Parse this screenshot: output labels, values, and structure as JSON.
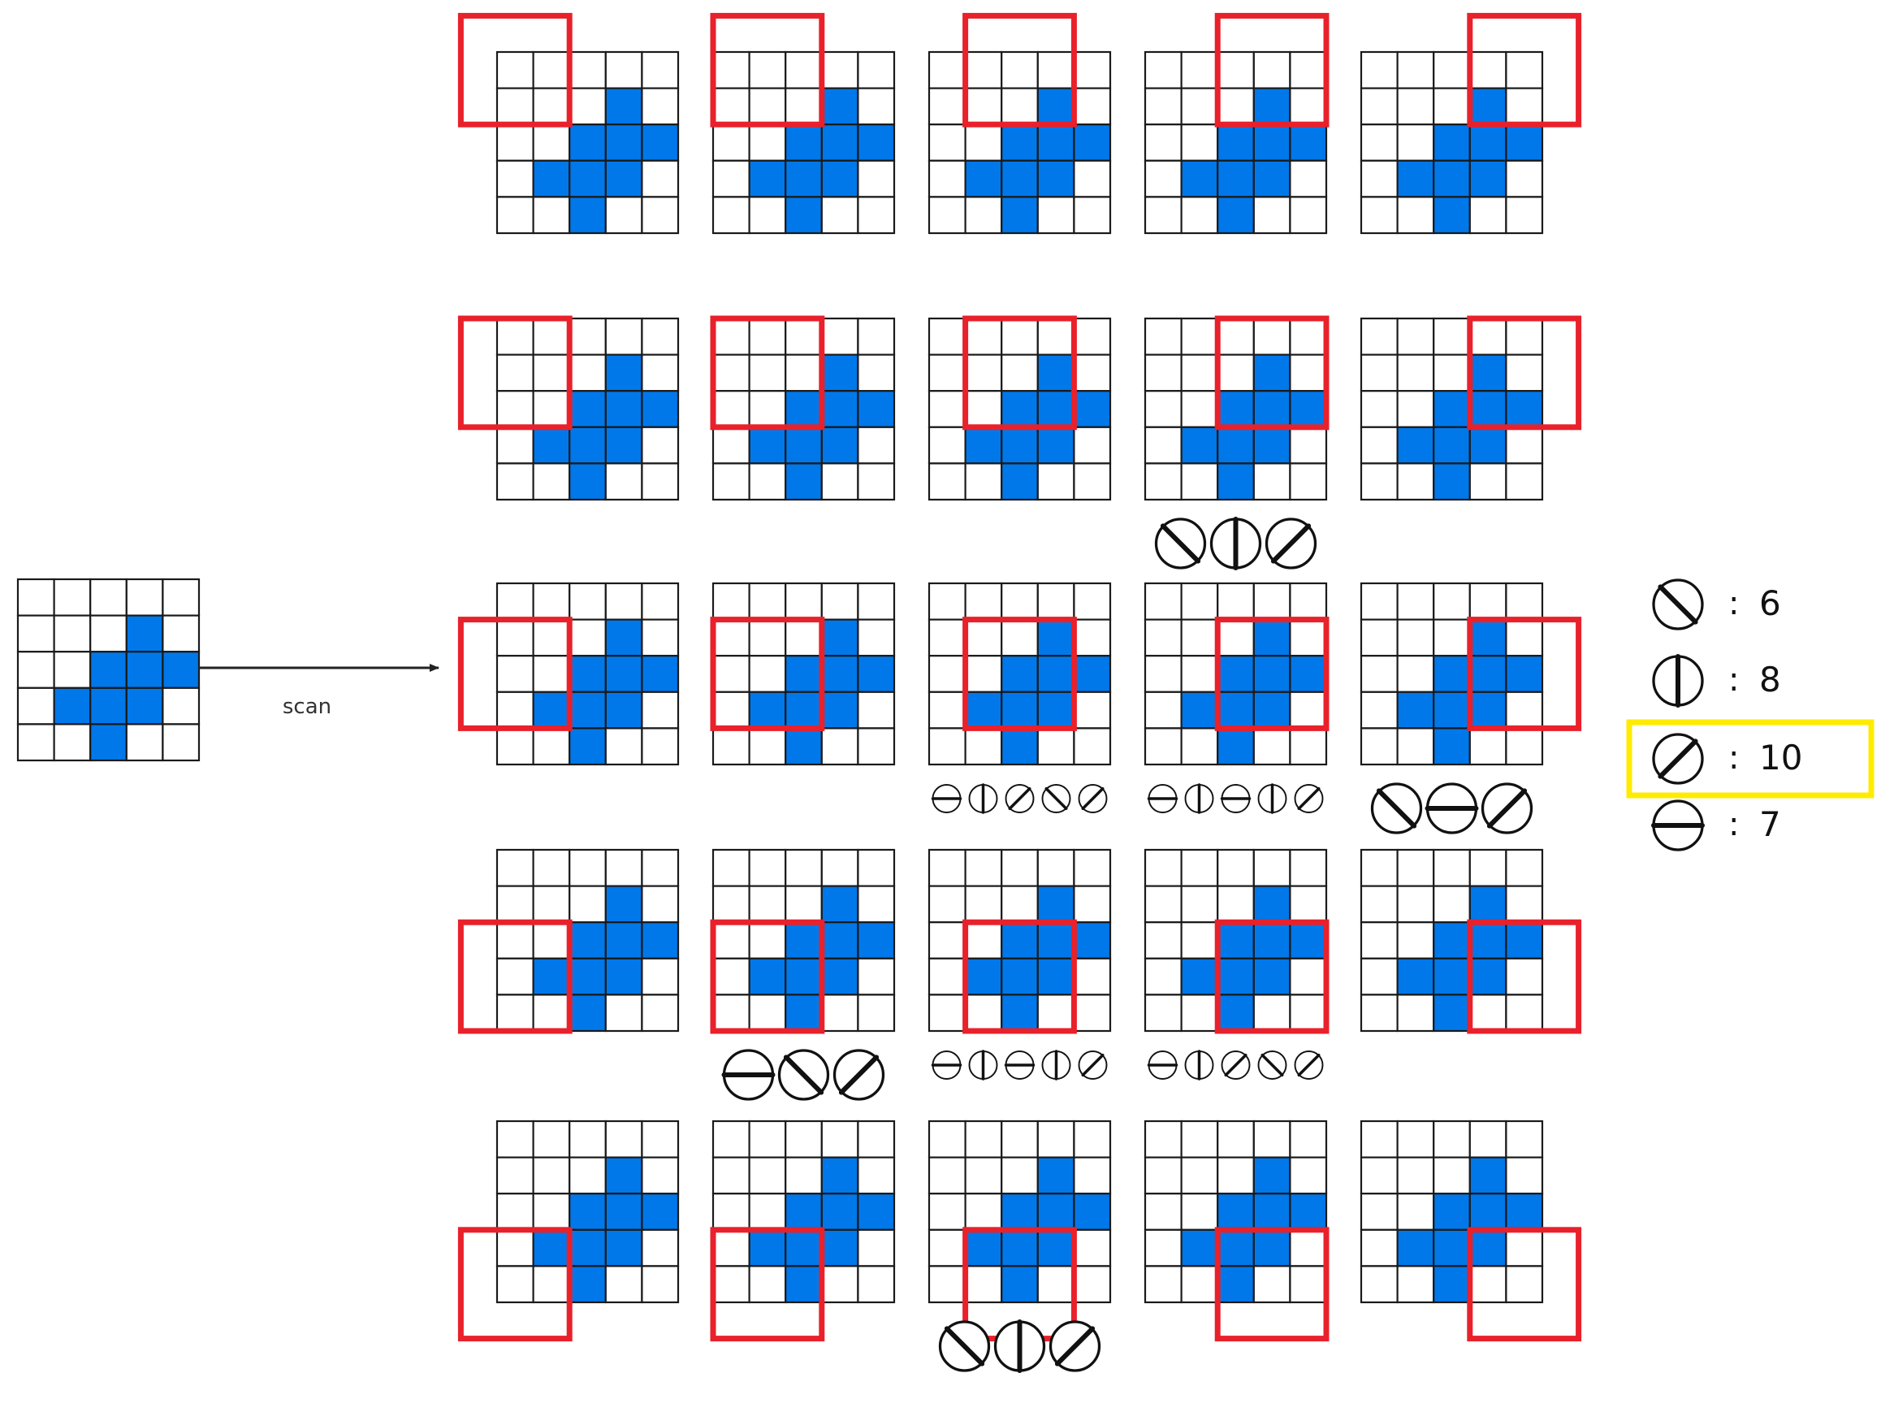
{
  "colors": {
    "background": "#ffffff",
    "cell_fill": "#0078ea",
    "grid_stroke": "#1a1a1a",
    "window_stroke": "#e8212b",
    "highlight_stroke": "#ffeb00",
    "arrow": "#222222"
  },
  "source_image": {
    "rows": 5,
    "cols": 5,
    "filled": [
      [
        1,
        3
      ],
      [
        2,
        2
      ],
      [
        2,
        3
      ],
      [
        2,
        4
      ],
      [
        3,
        1
      ],
      [
        3,
        2
      ],
      [
        3,
        3
      ],
      [
        4,
        2
      ]
    ]
  },
  "arrow_label": "scan",
  "scan": {
    "rows": 5,
    "cols": 5,
    "window_size": 3,
    "padding": 1,
    "stride": 1
  },
  "matches": [
    {
      "row": 1,
      "col": 3,
      "size": "large",
      "orientations": [
        "backslash",
        "vertical",
        "slash"
      ]
    },
    {
      "row": 2,
      "col": 2,
      "size": "small",
      "orientations": [
        "horizontal",
        "vertical",
        "slash",
        "backslash",
        "slash"
      ]
    },
    {
      "row": 2,
      "col": 3,
      "size": "small",
      "orientations": [
        "horizontal",
        "vertical",
        "horizontal",
        "vertical",
        "slash"
      ]
    },
    {
      "row": 2,
      "col": 4,
      "size": "large",
      "orientations": [
        "backslash",
        "horizontal",
        "slash"
      ]
    },
    {
      "row": 3,
      "col": 1,
      "size": "large",
      "orientations": [
        "horizontal",
        "backslash",
        "slash"
      ]
    },
    {
      "row": 3,
      "col": 2,
      "size": "small",
      "orientations": [
        "horizontal",
        "vertical",
        "horizontal",
        "vertical",
        "slash"
      ]
    },
    {
      "row": 3,
      "col": 3,
      "size": "small",
      "orientations": [
        "horizontal",
        "vertical",
        "slash",
        "backslash",
        "slash"
      ]
    },
    {
      "row": 4,
      "col": 2,
      "size": "large",
      "orientations": [
        "backslash",
        "vertical",
        "slash"
      ]
    }
  ],
  "legend": [
    {
      "icon": "backslash",
      "sep": ":",
      "count": "6",
      "highlight": false
    },
    {
      "icon": "vertical",
      "sep": ":",
      "count": "8",
      "highlight": false
    },
    {
      "icon": "slash",
      "sep": ":",
      "count": "10",
      "highlight": true
    },
    {
      "icon": "horizontal",
      "sep": ":",
      "count": "7",
      "highlight": false
    }
  ]
}
